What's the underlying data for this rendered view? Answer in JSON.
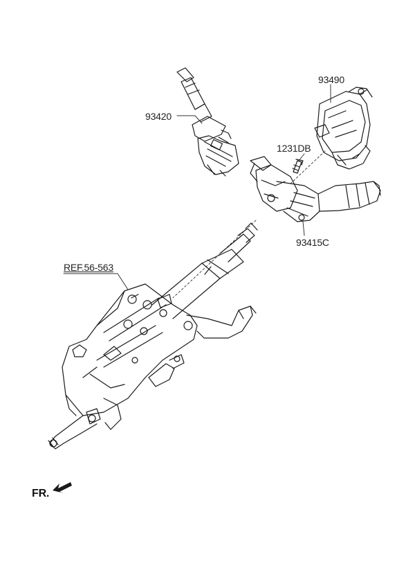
{
  "labels": {
    "part_93490": "93490",
    "part_93420": "93420",
    "part_1231DB": "1231DB",
    "part_93415C": "93415C",
    "reference": "REF.56-563",
    "front": "FR."
  },
  "colors": {
    "line": "#1a1a1a",
    "leader": "#333333",
    "background": "#ffffff"
  }
}
